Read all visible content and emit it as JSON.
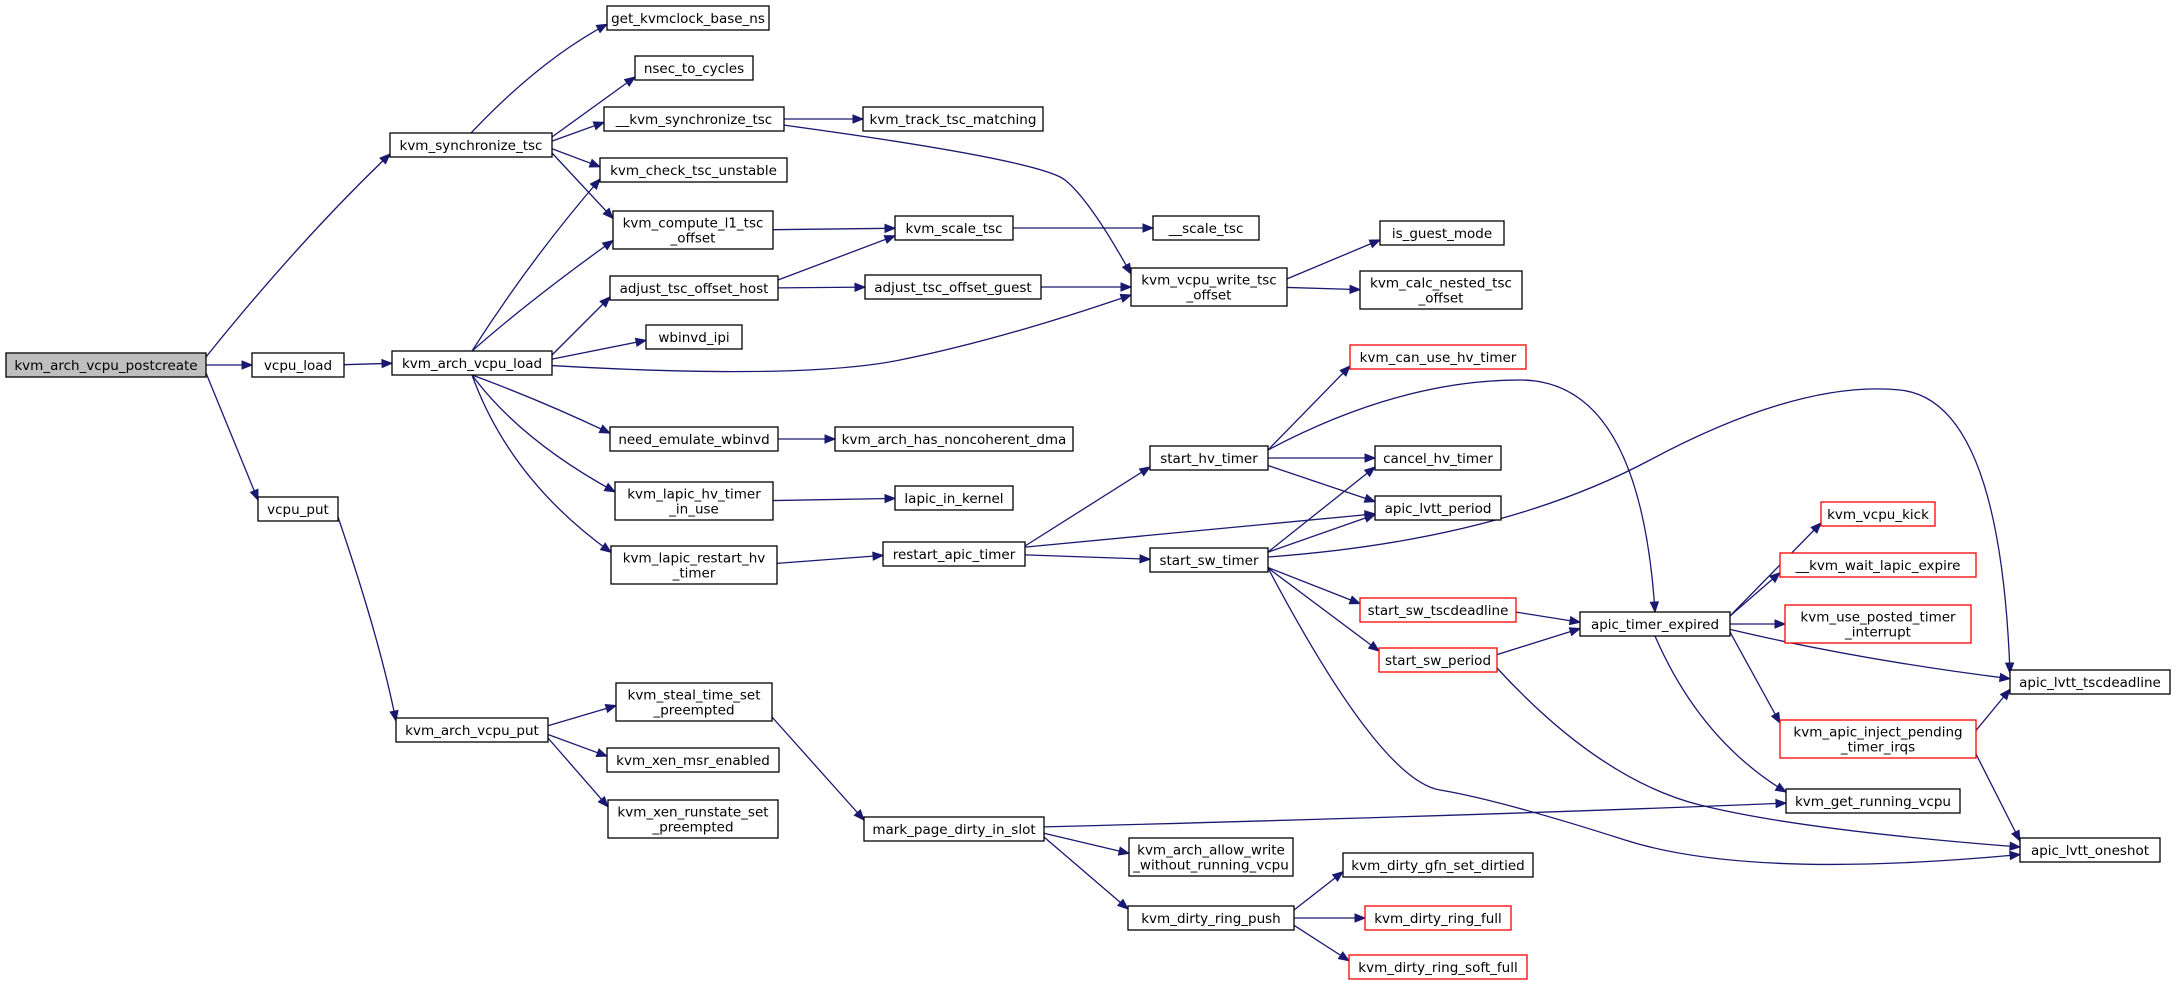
{
  "colors": {
    "edge": "#191970",
    "root_fill": "#bfbfbf",
    "node_border": "#000000",
    "incomplete_border": "#ff0000"
  },
  "nodes": {
    "postcreate": {
      "lines": [
        "kvm_arch_vcpu_postcreate"
      ],
      "style": "root"
    },
    "vcpu_load": {
      "lines": [
        "vcpu_load"
      ]
    },
    "vcpu_put": {
      "lines": [
        "vcpu_put"
      ]
    },
    "sync_tsc": {
      "lines": [
        "kvm_synchronize_tsc"
      ]
    },
    "arch_load": {
      "lines": [
        "kvm_arch_vcpu_load"
      ]
    },
    "arch_put": {
      "lines": [
        "kvm_arch_vcpu_put"
      ]
    },
    "get_kvmclock": {
      "lines": [
        "get_kvmclock_base_ns"
      ]
    },
    "nsec_cycles": {
      "lines": [
        "nsec_to_cycles"
      ]
    },
    "__sync_tsc": {
      "lines": [
        "__kvm_synchronize_tsc"
      ]
    },
    "check_unstable": {
      "lines": [
        "kvm_check_tsc_unstable"
      ]
    },
    "compute_l1": {
      "lines": [
        "kvm_compute_l1_tsc",
        "_offset"
      ]
    },
    "adjust_host": {
      "lines": [
        "adjust_tsc_offset_host"
      ]
    },
    "wbinvd_ipi": {
      "lines": [
        "wbinvd_ipi"
      ]
    },
    "need_wbinvd": {
      "lines": [
        "need_emulate_wbinvd"
      ]
    },
    "hv_in_use": {
      "lines": [
        "kvm_lapic_hv_timer",
        "_in_use"
      ]
    },
    "restart_hv": {
      "lines": [
        "kvm_lapic_restart_hv",
        "_timer"
      ]
    },
    "steal_time": {
      "lines": [
        "kvm_steal_time_set",
        "_preempted"
      ]
    },
    "xen_msr": {
      "lines": [
        "kvm_xen_msr_enabled"
      ]
    },
    "xen_runstate": {
      "lines": [
        "kvm_xen_runstate_set",
        "_preempted"
      ]
    },
    "track_tsc": {
      "lines": [
        "kvm_track_tsc_matching"
      ]
    },
    "scale_tsc": {
      "lines": [
        "kvm_scale_tsc"
      ]
    },
    "adjust_guest": {
      "lines": [
        "adjust_tsc_offset_guest"
      ]
    },
    "noncoherent": {
      "lines": [
        "kvm_arch_has_noncoherent_dma"
      ]
    },
    "lapic_in_kernel": {
      "lines": [
        "lapic_in_kernel"
      ]
    },
    "restart_apic": {
      "lines": [
        "restart_apic_timer"
      ]
    },
    "mark_dirty": {
      "lines": [
        "mark_page_dirty_in_slot"
      ]
    },
    "__scale_tsc": {
      "lines": [
        "__scale_tsc"
      ]
    },
    "write_tsc": {
      "lines": [
        "kvm_vcpu_write_tsc",
        "_offset"
      ]
    },
    "start_hv": {
      "lines": [
        "start_hv_timer"
      ]
    },
    "start_sw": {
      "lines": [
        "start_sw_timer"
      ]
    },
    "allow_write": {
      "lines": [
        "kvm_arch_allow_write",
        "_without_running_vcpu"
      ]
    },
    "ring_push": {
      "lines": [
        "kvm_dirty_ring_push"
      ]
    },
    "is_guest": {
      "lines": [
        "is_guest_mode"
      ]
    },
    "calc_nested": {
      "lines": [
        "kvm_calc_nested_tsc",
        "_offset"
      ]
    },
    "can_use_hv": {
      "lines": [
        "kvm_can_use_hv_timer"
      ],
      "style": "red"
    },
    "cancel_hv": {
      "lines": [
        "cancel_hv_timer"
      ]
    },
    "lvtt_period": {
      "lines": [
        "apic_lvtt_period"
      ]
    },
    "sw_tscdl": {
      "lines": [
        "start_sw_tscdeadline"
      ],
      "style": "red"
    },
    "sw_period": {
      "lines": [
        "start_sw_period"
      ],
      "style": "red"
    },
    "gfn_dirtied": {
      "lines": [
        "kvm_dirty_gfn_set_dirtied"
      ]
    },
    "ring_full": {
      "lines": [
        "kvm_dirty_ring_full"
      ],
      "style": "red"
    },
    "ring_soft": {
      "lines": [
        "kvm_dirty_ring_soft_full"
      ],
      "style": "red"
    },
    "timer_expired": {
      "lines": [
        "apic_timer_expired"
      ]
    },
    "vcpu_kick": {
      "lines": [
        "kvm_vcpu_kick"
      ],
      "style": "red"
    },
    "wait_lapic": {
      "lines": [
        "__kvm_wait_lapic_expire"
      ],
      "style": "red"
    },
    "posted_timer": {
      "lines": [
        "kvm_use_posted_timer",
        "_interrupt"
      ],
      "style": "red"
    },
    "inject_pending": {
      "lines": [
        "kvm_apic_inject_pending",
        "_timer_irqs"
      ],
      "style": "red"
    },
    "running_vcpu": {
      "lines": [
        "kvm_get_running_vcpu"
      ]
    },
    "lvtt_tscdl": {
      "lines": [
        "apic_lvtt_tscdeadline"
      ]
    },
    "lvtt_oneshot": {
      "lines": [
        "apic_lvtt_oneshot"
      ]
    }
  },
  "edges": [
    [
      "postcreate",
      "sync_tsc"
    ],
    [
      "postcreate",
      "vcpu_load"
    ],
    [
      "postcreate",
      "vcpu_put"
    ],
    [
      "vcpu_load",
      "arch_load"
    ],
    [
      "vcpu_put",
      "arch_put"
    ],
    [
      "sync_tsc",
      "get_kvmclock"
    ],
    [
      "sync_tsc",
      "nsec_cycles"
    ],
    [
      "sync_tsc",
      "__sync_tsc"
    ],
    [
      "sync_tsc",
      "check_unstable"
    ],
    [
      "sync_tsc",
      "compute_l1"
    ],
    [
      "__sync_tsc",
      "track_tsc"
    ],
    [
      "__sync_tsc",
      "write_tsc"
    ],
    [
      "arch_load",
      "check_unstable"
    ],
    [
      "arch_load",
      "compute_l1"
    ],
    [
      "arch_load",
      "adjust_host"
    ],
    [
      "arch_load",
      "wbinvd_ipi"
    ],
    [
      "arch_load",
      "write_tsc"
    ],
    [
      "arch_load",
      "need_wbinvd"
    ],
    [
      "arch_load",
      "hv_in_use"
    ],
    [
      "arch_load",
      "restart_hv"
    ],
    [
      "compute_l1",
      "scale_tsc"
    ],
    [
      "adjust_host",
      "scale_tsc"
    ],
    [
      "adjust_host",
      "adjust_guest"
    ],
    [
      "adjust_guest",
      "write_tsc"
    ],
    [
      "scale_tsc",
      "__scale_tsc"
    ],
    [
      "write_tsc",
      "is_guest"
    ],
    [
      "write_tsc",
      "calc_nested"
    ],
    [
      "need_wbinvd",
      "noncoherent"
    ],
    [
      "hv_in_use",
      "lapic_in_kernel"
    ],
    [
      "restart_hv",
      "restart_apic"
    ],
    [
      "restart_apic",
      "start_hv"
    ],
    [
      "restart_apic",
      "lvtt_period"
    ],
    [
      "restart_apic",
      "start_sw"
    ],
    [
      "start_hv",
      "can_use_hv"
    ],
    [
      "start_hv",
      "timer_expired"
    ],
    [
      "start_hv",
      "cancel_hv"
    ],
    [
      "start_hv",
      "lvtt_period"
    ],
    [
      "start_sw",
      "cancel_hv"
    ],
    [
      "start_sw",
      "lvtt_period"
    ],
    [
      "start_sw",
      "lvtt_tscdl"
    ],
    [
      "start_sw",
      "sw_tscdl"
    ],
    [
      "start_sw",
      "sw_period"
    ],
    [
      "start_sw",
      "lvtt_oneshot"
    ],
    [
      "sw_tscdl",
      "timer_expired"
    ],
    [
      "sw_period",
      "timer_expired"
    ],
    [
      "sw_period",
      "lvtt_oneshot"
    ],
    [
      "timer_expired",
      "vcpu_kick"
    ],
    [
      "timer_expired",
      "wait_lapic"
    ],
    [
      "timer_expired",
      "posted_timer"
    ],
    [
      "timer_expired",
      "lvtt_tscdl"
    ],
    [
      "timer_expired",
      "inject_pending"
    ],
    [
      "timer_expired",
      "running_vcpu"
    ],
    [
      "inject_pending",
      "lvtt_tscdl"
    ],
    [
      "inject_pending",
      "lvtt_oneshot"
    ],
    [
      "arch_put",
      "steal_time"
    ],
    [
      "arch_put",
      "xen_msr"
    ],
    [
      "arch_put",
      "xen_runstate"
    ],
    [
      "steal_time",
      "mark_dirty"
    ],
    [
      "mark_dirty",
      "running_vcpu"
    ],
    [
      "mark_dirty",
      "allow_write"
    ],
    [
      "mark_dirty",
      "ring_push"
    ],
    [
      "ring_push",
      "gfn_dirtied"
    ],
    [
      "ring_push",
      "ring_full"
    ],
    [
      "ring_push",
      "ring_soft"
    ]
  ]
}
